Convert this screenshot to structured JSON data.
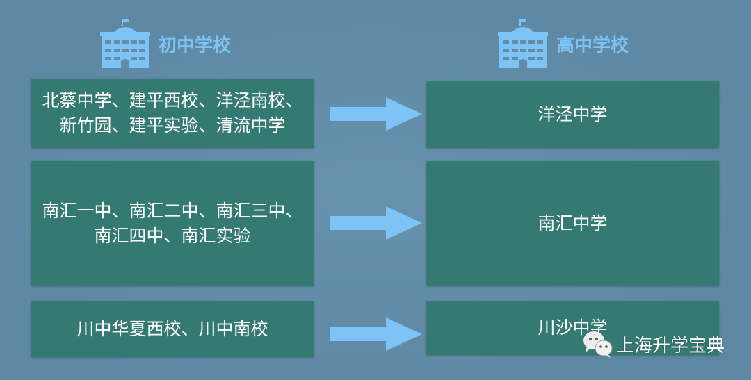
{
  "headers": {
    "junior": "初中学校",
    "senior": "高中学校"
  },
  "rows": [
    {
      "junior_lines": [
        "北蔡中学、建平西校、洋泾南校、",
        "新竹园、建平实验、清流中学"
      ],
      "senior": "洋泾中学"
    },
    {
      "junior_lines": [
        "南汇一中、南汇二中、南汇三中、",
        "南汇四中、南汇实验"
      ],
      "senior": "南汇中学"
    },
    {
      "junior_lines": [
        "川中华夏西校、川中南校"
      ],
      "senior": "川沙中学"
    }
  ],
  "watermark": "上海升学宝典",
  "colors": {
    "background": "#628ca8",
    "box": "#347a72",
    "accent": "#7ec3f5"
  }
}
